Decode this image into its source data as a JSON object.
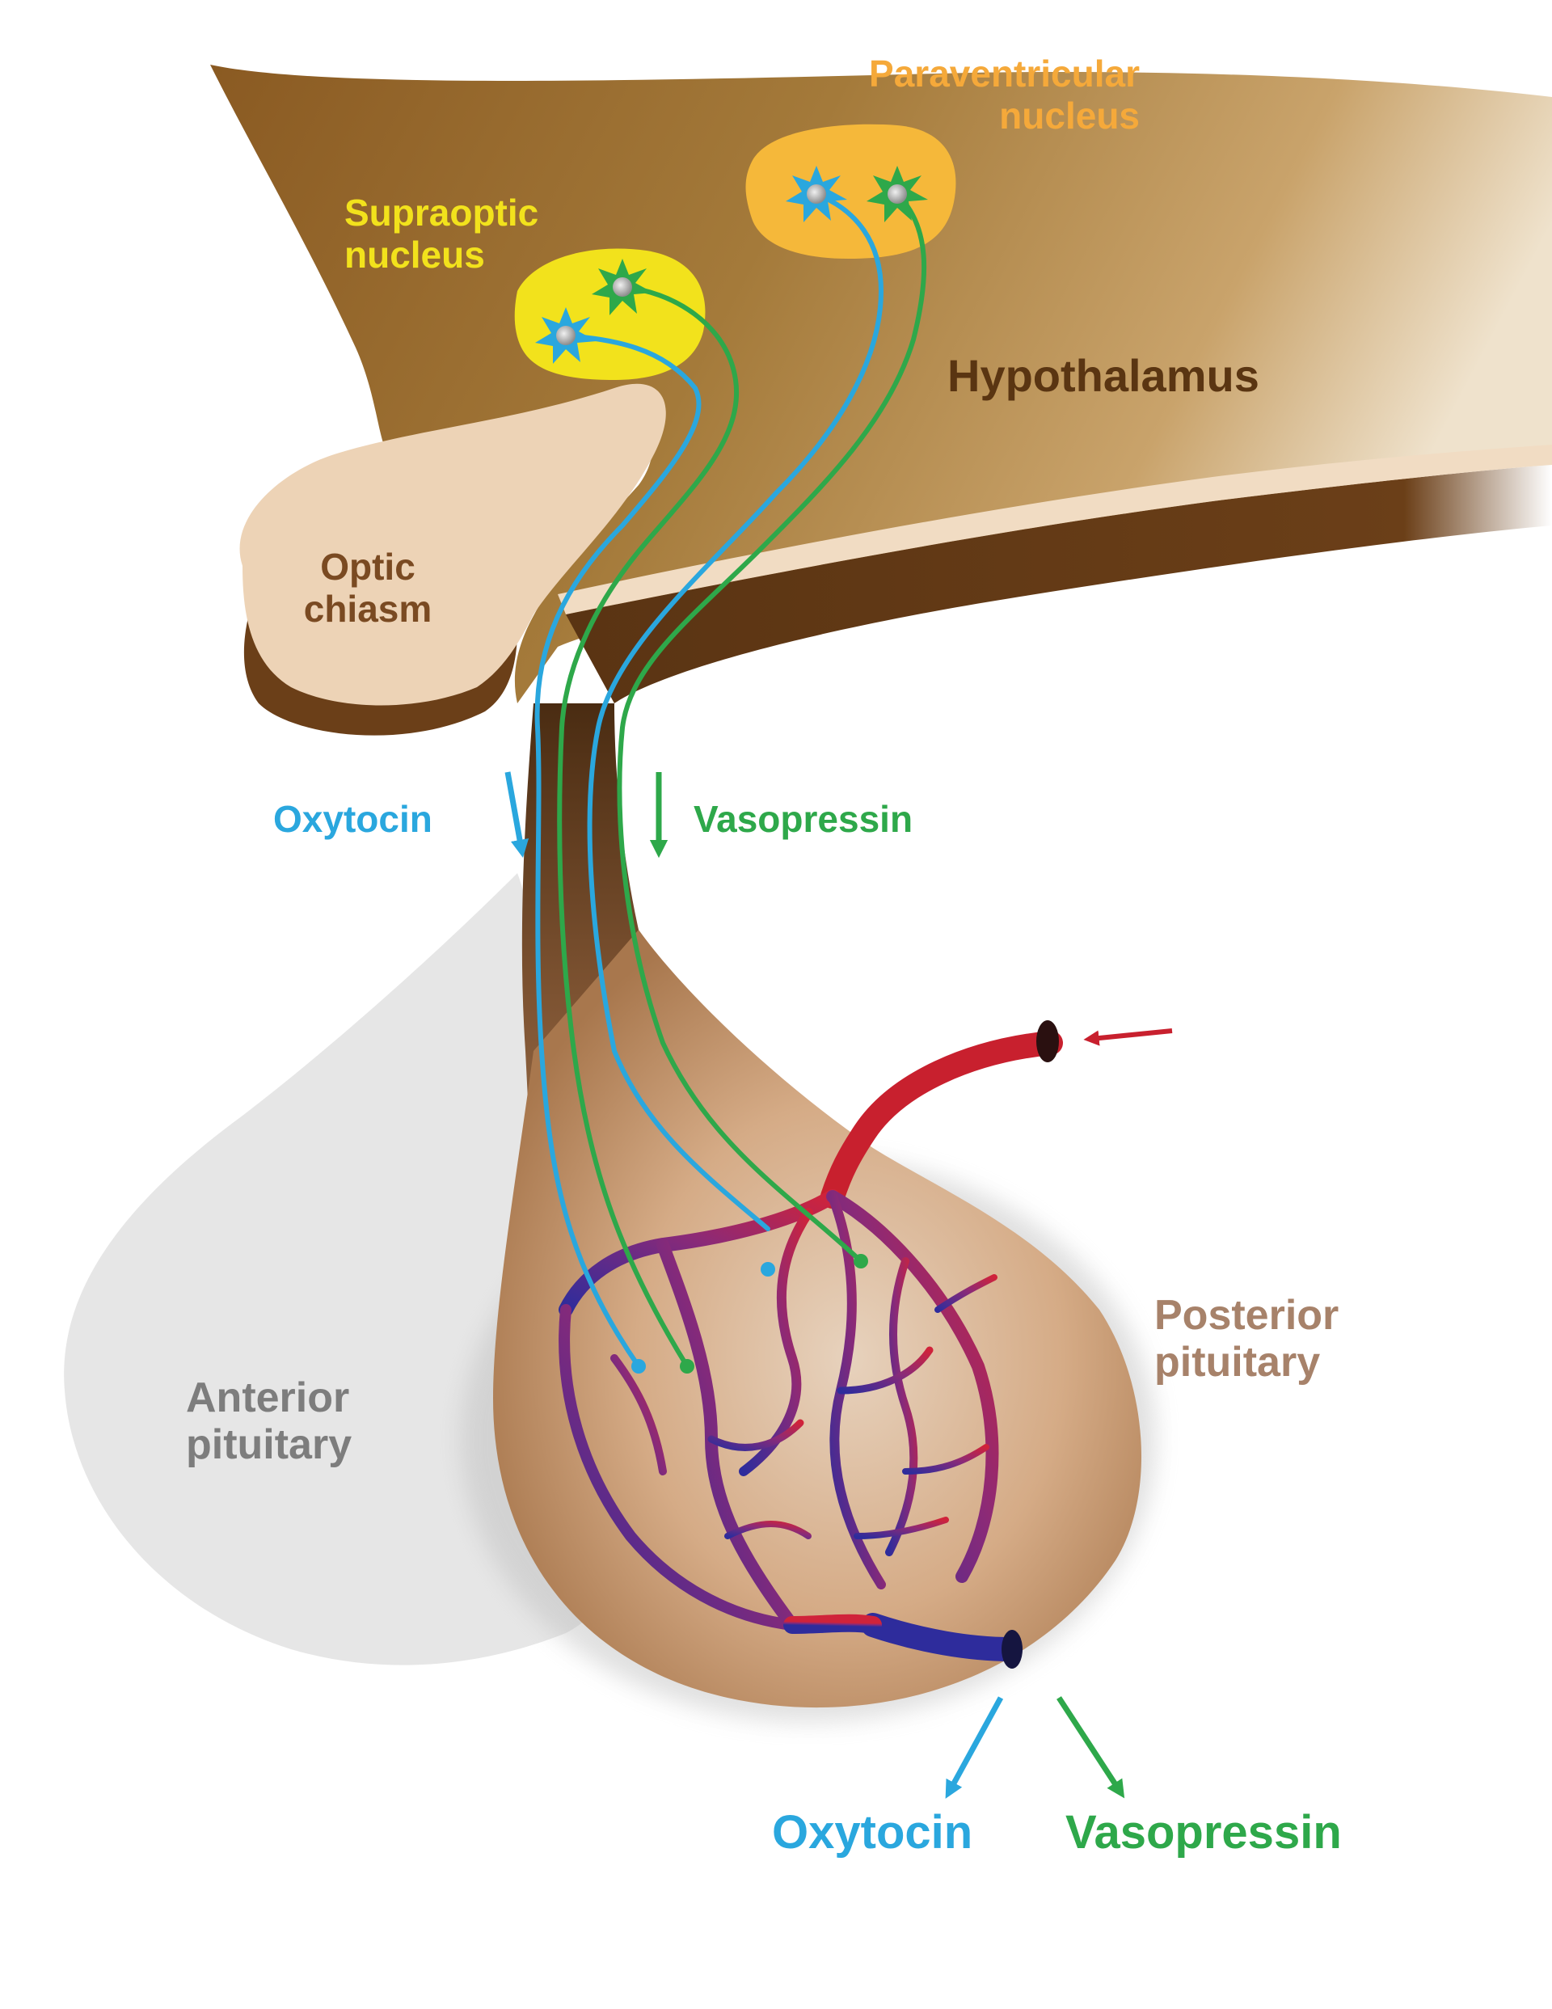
{
  "labels": {
    "paraventricular": {
      "line1": "Paraventricular",
      "line2": "nucleus"
    },
    "supraoptic": {
      "line1": "Supraoptic",
      "line2": "nucleus"
    },
    "hypothalamus": "Hypothalamus",
    "optic_chiasm": {
      "line1": "Optic",
      "line2": "chiasm"
    },
    "oxytocin_top": "Oxytocin",
    "vasopressin_top": "Vasopressin",
    "posterior_pituitary": {
      "line1": "Posterior",
      "line2": "pituitary"
    },
    "anterior_pituitary": {
      "line1": "Anterior",
      "line2": "pituitary"
    },
    "oxytocin_bottom": "Oxytocin",
    "vasopressin_bottom": "Vasopressin"
  },
  "colors": {
    "oxytocin": "#2aa7de",
    "vasopressin": "#2ea84a",
    "paraventricular": "#f5a93a",
    "supraoptic": "#f2e21c",
    "hypothalamus_text": "#5a3512",
    "optic_chiasm_text": "#7a4a22",
    "posterior_text": "#a7826a",
    "anterior_text": "#7d7d7d",
    "artery": "#c8202e",
    "vein": "#2d2b9a"
  }
}
